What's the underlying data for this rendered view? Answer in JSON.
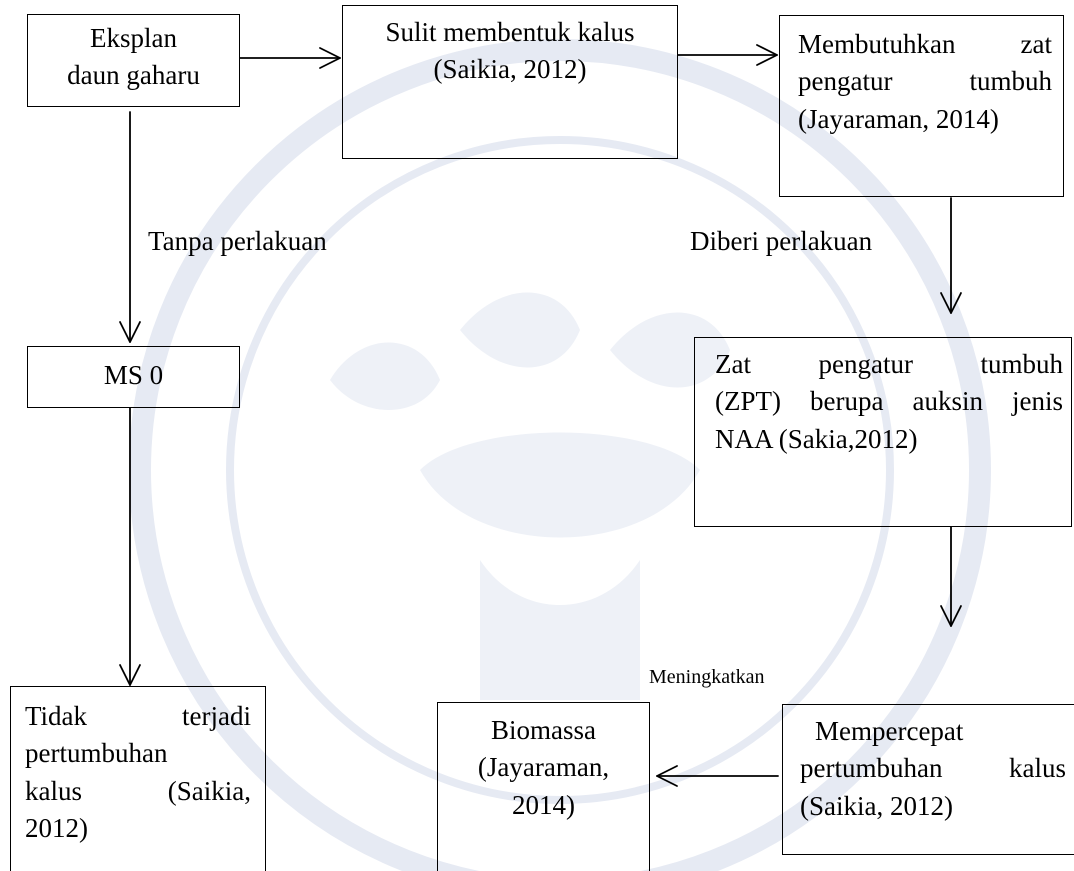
{
  "boxes": {
    "eksplan": [
      "Eksplan",
      "daun gaharu"
    ],
    "sulit": [
      "Sulit membentuk kalus",
      "(Saikia, 2012)"
    ],
    "membutuhkan": [
      "Membutuhkan zat",
      "pengatur tumbuh",
      "(Jayaraman, 2014)"
    ],
    "ms0": "MS 0",
    "zpt": [
      "Zat pengatur tumbuh",
      "(ZPT) berupa auksin jenis",
      "NAA (Sakia,2012)"
    ],
    "tidak": [
      "Tidak terjadi",
      "pertumbuhan",
      "kalus (Saikia,",
      "2012)"
    ],
    "biomassa": [
      "Biomassa",
      "(Jayaraman,",
      "2014)"
    ],
    "mempercepat": [
      "Mempercepat",
      "pertumbuhan kalus",
      "(Saikia, 2012)"
    ]
  },
  "labels": {
    "tanpa": "Tanpa perlakuan",
    "diberi": "Diberi perlakuan",
    "meningkatkan": "Meningkatkan"
  },
  "colors": {
    "line": "#000000",
    "watermark": "#e8ecf4"
  }
}
